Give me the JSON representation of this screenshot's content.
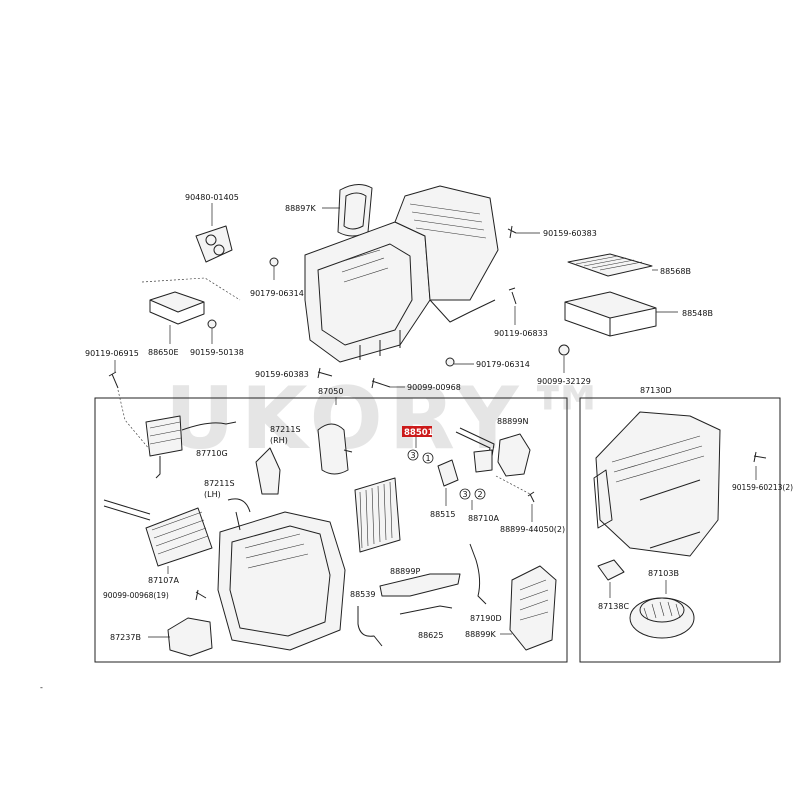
{
  "watermark": "UKORY™",
  "colors": {
    "highlight": "#cc1a1a",
    "ink": "#222222",
    "watermark": "#cfcfcf"
  },
  "labels": {
    "p90480_01405": "90480-01405",
    "p88897k": "88897K",
    "p90159_60383_top": "90159-60383",
    "p88568b": "88568B",
    "p88548b": "88548B",
    "p90179_06314_top": "90179-06314",
    "p90119_06833": "90119-06833",
    "p88650e": "88650E",
    "p90159_50138": "90159-50138",
    "p90119_06915": "90119-06915",
    "p90159_60383_mid": "90159-60383",
    "p90179_06314_mid": "90179-06314",
    "p90099_32129": "90099-32129",
    "p87050": "87050",
    "p90099_00968": "90099-00968",
    "p87130d": "87130D",
    "p87211s_rh": "87211S",
    "rh": "(RH)",
    "p88501": "88501",
    "p88899n": "88899N",
    "p87710g": "87710G",
    "p87211s_lh": "87211S",
    "lh": "(LH)",
    "p88515": "88515",
    "p88710a": "88710A",
    "p88899_44050": "88899-44050(2)",
    "p90159_60213": "90159-60213(2)",
    "p87107a": "87107A",
    "p88899p": "88899P",
    "p87103b": "87103B",
    "p90099_00968_19": "90099-00968(19)",
    "p88539": "88539",
    "p87138c": "87138C",
    "p87237b": "87237B",
    "p88625": "88625",
    "p87190d": "87190D",
    "p88899k": "88899K",
    "n1": "1",
    "n2": "2",
    "n3a": "3",
    "n3b": "3"
  }
}
